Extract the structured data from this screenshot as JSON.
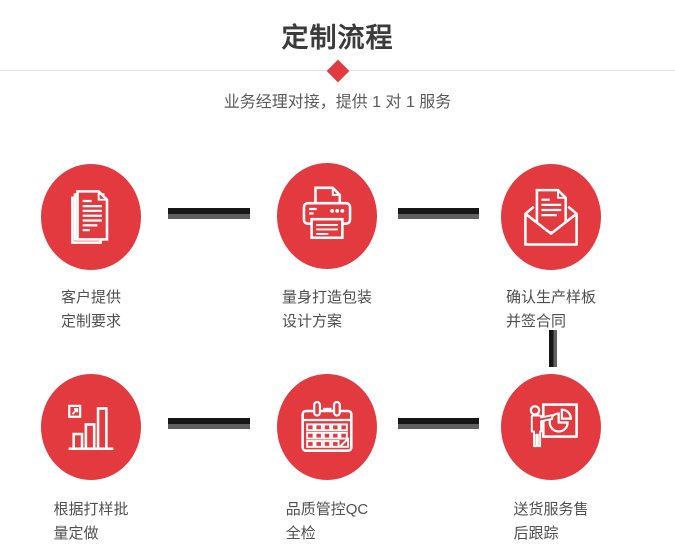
{
  "header": {
    "title": "定制流程",
    "subtitle": "业务经理对接，提供 1 对 1 服务"
  },
  "colors": {
    "accent_red": "#e23a3e",
    "connector_dark": "#161616",
    "connector_gray": "#606060",
    "divider_gray": "#e3e3e3",
    "title_text": "#3b3b3b",
    "label_text": "#4f4f4f",
    "icon_stroke": "#ffffff"
  },
  "steps": [
    {
      "icon": "documents-icon",
      "label_line1": "客户提供",
      "label_line2": "定制要求"
    },
    {
      "icon": "printer-icon",
      "label_line1": "量身打造包装",
      "label_line2": "设计方案"
    },
    {
      "icon": "envelope-icon",
      "label_line1": "确认生产样板",
      "label_line2": "并签合同"
    },
    {
      "icon": "bar-chart-icon",
      "label_line1": "根据打样批",
      "label_line2": "量定做"
    },
    {
      "icon": "calendar-icon",
      "label_line1": "品质管控QC",
      "label_line2": "全检"
    },
    {
      "icon": "presentation-icon",
      "label_line1": "送货服务售",
      "label_line2": "后跟踪"
    }
  ]
}
